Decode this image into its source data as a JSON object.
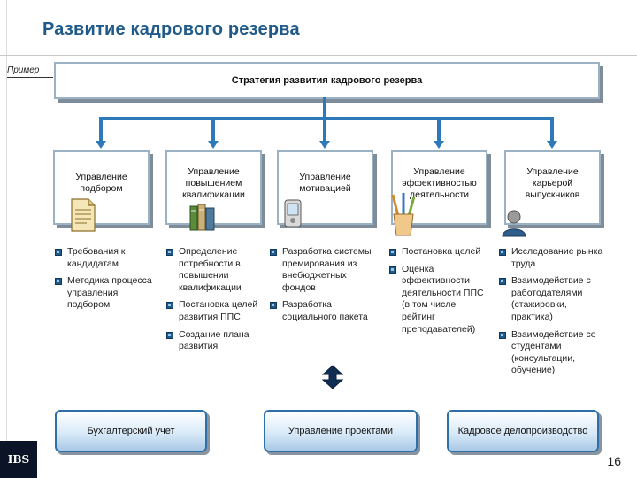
{
  "title": "Развитие кадрового резерва",
  "example_label": "Пример",
  "strategy": "Стратегия развития кадрового резерва",
  "columns": [
    {
      "title": "Управление подбором",
      "icon": "document-icon",
      "bullets": [
        "Требования к кандидатам",
        "Методика процесса управления подбором"
      ]
    },
    {
      "title": "Управление повышением квалификации",
      "icon": "books-icon",
      "bullets": [
        "Определение потребности в повышении квалификации",
        "Постановка целей развития ППС",
        "Создание плана развития"
      ]
    },
    {
      "title": "Управление мотивацией",
      "icon": "pda-icon",
      "bullets": [
        "Разработка системы премирования из внебюджетных фондов",
        "Разработка социального пакета"
      ]
    },
    {
      "title": "Управление эффективностью деятельности",
      "icon": "pencil-cup-icon",
      "bullets": [
        "Постановка целей",
        "Оценка эффективности деятельности ППС (в том числе рейтинг преподавателей)"
      ]
    },
    {
      "title": "Управление карьерой выпускников",
      "icon": "user-icon",
      "bullets": [
        "Исследование рынка труда",
        "Взаимодействие с работодателями (стажировки, практика)",
        "Взаимодействие со студентами (консультации, обучение)"
      ]
    }
  ],
  "bottom": {
    "left": "Бухгалтерский учет",
    "center": "Управление проектами",
    "right": "Кадровое делопроизводство"
  },
  "logo": "IBS",
  "page_number": "16",
  "colors": {
    "title": "#1f5a8a",
    "connector": "#2e79b9",
    "box_border": "#9bb1c4",
    "pill_border": "#2f6fa8"
  }
}
